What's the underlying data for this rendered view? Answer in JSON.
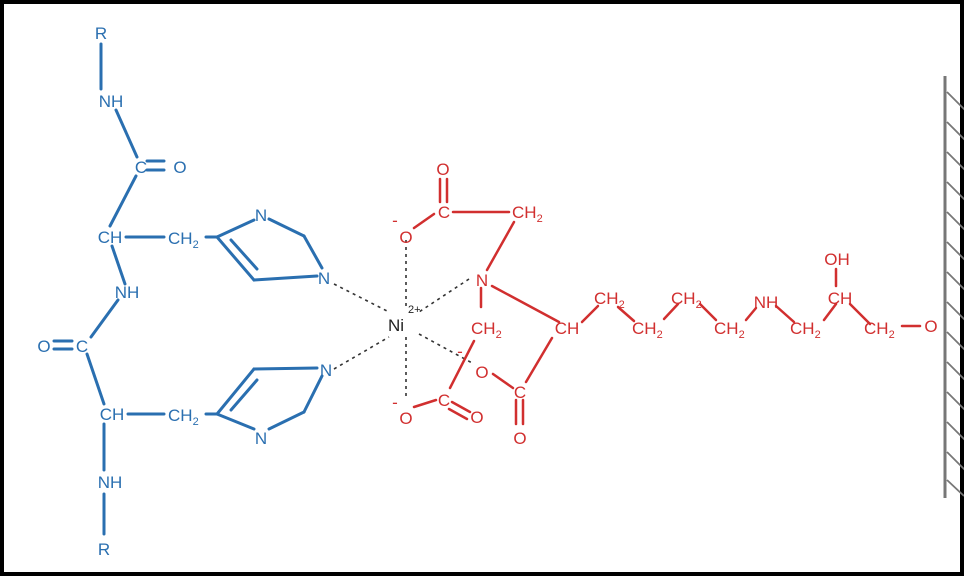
{
  "labels": {
    "r": "R",
    "nh": "NH",
    "o": "O",
    "c": "C",
    "ch": "CH",
    "ch2": "CH",
    "sub2": "2",
    "n": "N",
    "ni": "Ni",
    "charge": "2+",
    "minus": "-",
    "oh": "OH"
  },
  "colors": {
    "peptide": "#2a6fb0",
    "nta_linker": "#d12f2f",
    "metal": "#222222",
    "surface": "#777777"
  }
}
